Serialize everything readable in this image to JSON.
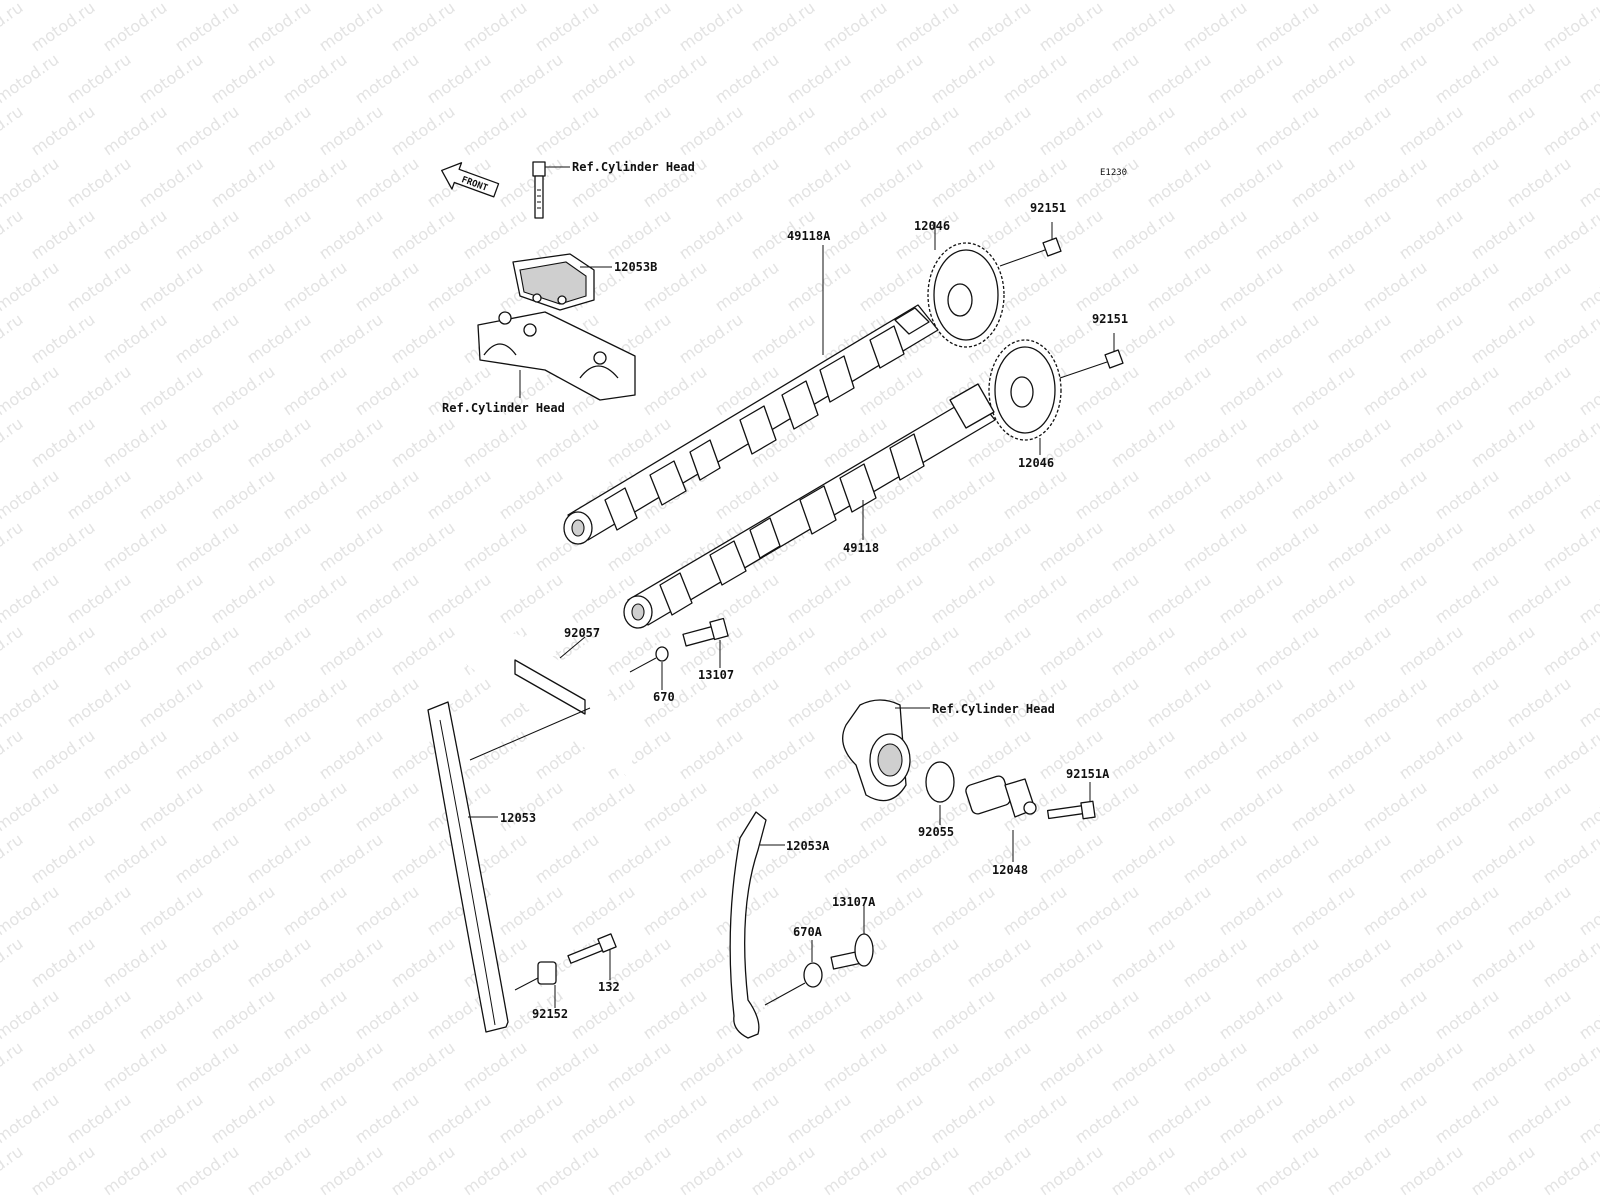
{
  "diagram": {
    "code": "E1230",
    "watermark": "motod.ru",
    "front_label": "FRONT",
    "refs": {
      "head_bolt": "Ref.Cylinder Head",
      "head_caps": "Ref.Cylinder Head",
      "head_tensioner": "Ref.Cylinder Head"
    },
    "parts": {
      "p12053B": "12053B",
      "p12046_top": "12046",
      "p92151_top": "92151",
      "p49118A": "49118A",
      "p92151_mid": "92151",
      "p12046_bot": "12046",
      "p49118": "49118",
      "p92057": "92057",
      "p13107": "13107",
      "p670": "670",
      "p12053": "12053",
      "p92151A": "92151A",
      "p92055": "92055",
      "p12048": "12048",
      "p12053A": "12053A",
      "p13107A": "13107A",
      "p670A": "670A",
      "p132": "132",
      "p92152": "92152"
    }
  }
}
